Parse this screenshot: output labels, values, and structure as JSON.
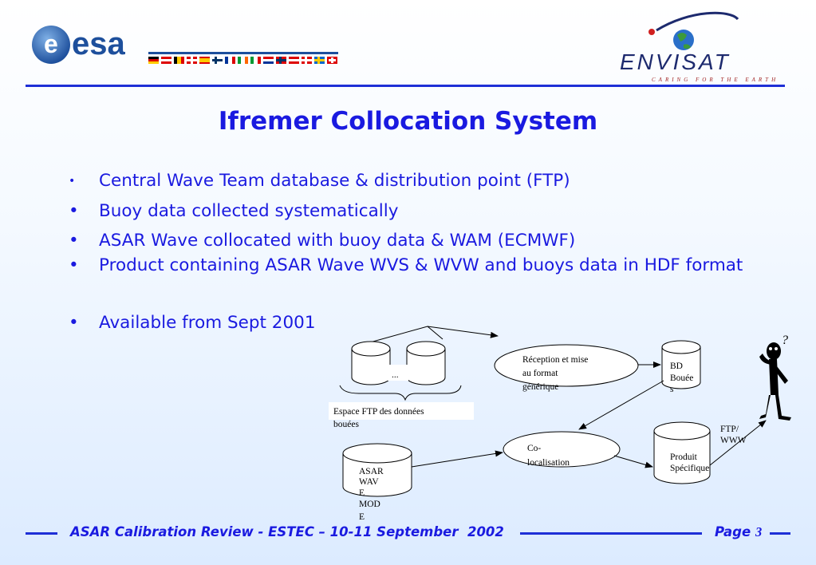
{
  "header": {
    "esa_logo_text": "esa",
    "envisat_logo_text": "ENVISAT",
    "envisat_tagline": "CARING FOR THE EARTH"
  },
  "title": "Ifremer Collocation System",
  "bullets": [
    "Central Wave Team database & distribution point (FTP)",
    "Buoy data collected systematically",
    "ASAR Wave collocated with buoy data & WAM (ECMWF)",
    "Product containing ASAR Wave WVS & WVW and buoys data in HDF format",
    "Available from Sept 2001"
  ],
  "bullet_symbol": "•",
  "diagram": {
    "ellipsis": "...",
    "ftp_space_label_line1": "Espace FTP des données",
    "ftp_space_label_line2": "bouées",
    "reception_line1": "Réception et mise",
    "reception_line2": "au format",
    "reception_line3": "générique",
    "bd_line1": "BD",
    "bd_line2": "Bouée",
    "bd_line3": "s",
    "colocalisation_line1": "Co-",
    "colocalisation_line2": "localisation",
    "asar_line1": "ASAR",
    "asar_line2": "WAV",
    "asar_line3": "E",
    "asar_line4": "MOD",
    "asar_line5": "E",
    "produit_line1": "Produit",
    "produit_line2": "Spécifique",
    "ftp_www_line1": "FTP/",
    "ftp_www_line2": "WWW",
    "question_mark": "?"
  },
  "footer": {
    "text": "ASAR Calibration Review - ESTEC – 10-11 September  2002",
    "page_label": "Page",
    "page_number": "3"
  },
  "colors": {
    "accent_blue": "#1a1ae0",
    "rule_blue": "#1e2fd6"
  }
}
